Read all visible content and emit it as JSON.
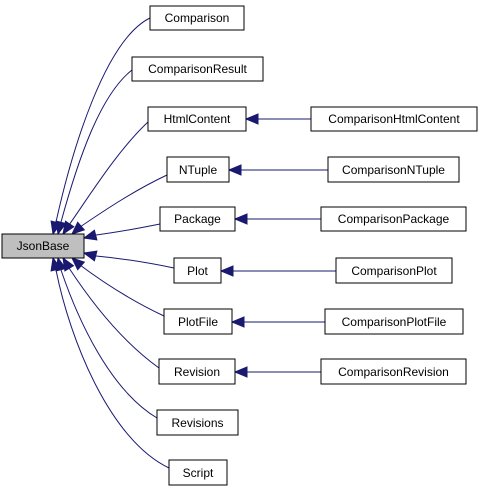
{
  "diagram": {
    "colors": {
      "edge": "#191970",
      "root_fill": "#bfbfbf",
      "node_fill": "#ffffff",
      "border": "#000000"
    },
    "nodes": {
      "JsonBase": "JsonBase",
      "Comparison": "Comparison",
      "ComparisonResult": "ComparisonResult",
      "HtmlContent": "HtmlContent",
      "NTuple": "NTuple",
      "Package": "Package",
      "Plot": "Plot",
      "PlotFile": "PlotFile",
      "Revision": "Revision",
      "Revisions": "Revisions",
      "Script": "Script",
      "ComparisonHtmlContent": "ComparisonHtmlContent",
      "ComparisonNTuple": "ComparisonNTuple",
      "ComparisonPackage": "ComparisonPackage",
      "ComparisonPlot": "ComparisonPlot",
      "ComparisonPlotFile": "ComparisonPlotFile",
      "ComparisonRevision": "ComparisonRevision"
    },
    "edges": [
      {
        "from": "Comparison",
        "to": "JsonBase"
      },
      {
        "from": "ComparisonResult",
        "to": "JsonBase"
      },
      {
        "from": "HtmlContent",
        "to": "JsonBase"
      },
      {
        "from": "NTuple",
        "to": "JsonBase"
      },
      {
        "from": "Package",
        "to": "JsonBase"
      },
      {
        "from": "Plot",
        "to": "JsonBase"
      },
      {
        "from": "PlotFile",
        "to": "JsonBase"
      },
      {
        "from": "Revision",
        "to": "JsonBase"
      },
      {
        "from": "Revisions",
        "to": "JsonBase"
      },
      {
        "from": "Script",
        "to": "JsonBase"
      },
      {
        "from": "ComparisonHtmlContent",
        "to": "HtmlContent"
      },
      {
        "from": "ComparisonNTuple",
        "to": "NTuple"
      },
      {
        "from": "ComparisonPackage",
        "to": "Package"
      },
      {
        "from": "ComparisonPlot",
        "to": "Plot"
      },
      {
        "from": "ComparisonPlotFile",
        "to": "PlotFile"
      },
      {
        "from": "ComparisonRevision",
        "to": "Revision"
      }
    ]
  }
}
